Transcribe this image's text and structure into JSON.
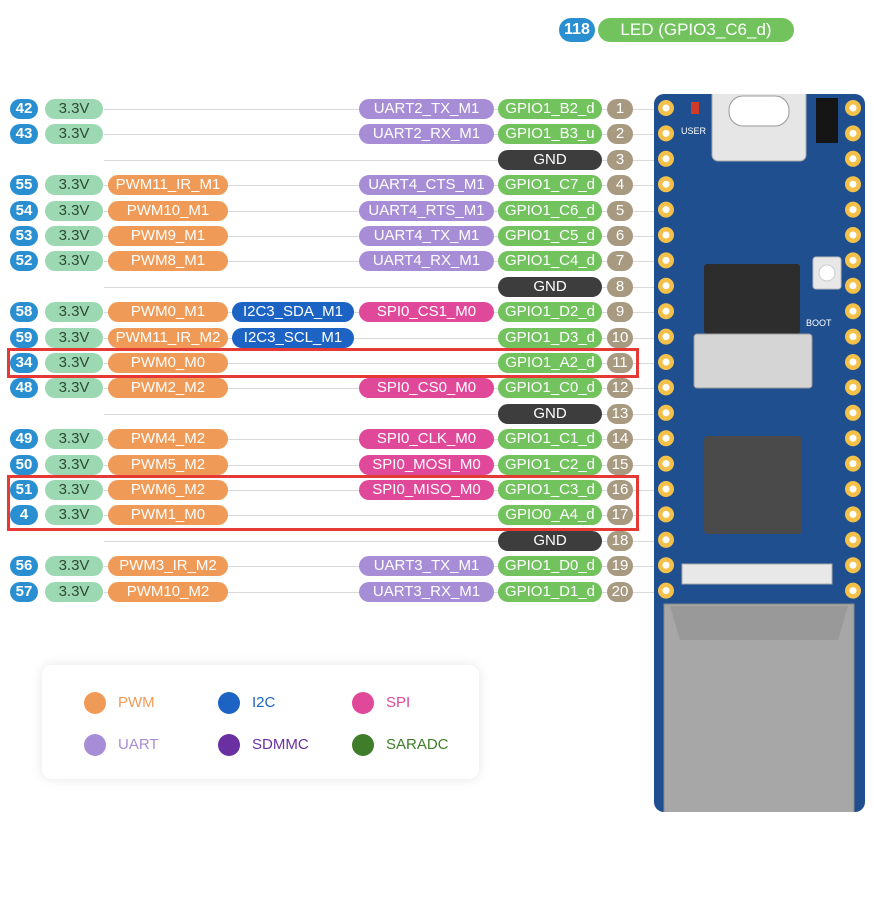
{
  "led": {
    "gpio_num": "118",
    "label": "LED (GPIO3_C6_d)"
  },
  "board": {
    "user_label": "USER",
    "boot_label": "BOOT"
  },
  "legend": [
    {
      "label": "PWM",
      "color": "#f09a57"
    },
    {
      "label": "I2C",
      "color": "#1c63c4"
    },
    {
      "label": "SPI",
      "color": "#e0489a"
    },
    {
      "label": "UART",
      "color": "#a78dd6"
    },
    {
      "label": "SDMMC",
      "color": "#6a2fa0"
    },
    {
      "label": "SARADC",
      "color": "#3f7d2a"
    }
  ],
  "highlighted_pins": [
    "11",
    "16",
    "17"
  ],
  "pins": [
    {
      "pin": "1",
      "gpio_num": "42",
      "voltage": "3.3V",
      "pwm": "",
      "i2c": "",
      "mux": "UART2_TX_M1",
      "mux_type": "uart",
      "gpio": "GPIO1_B2_d"
    },
    {
      "pin": "2",
      "gpio_num": "43",
      "voltage": "3.3V",
      "pwm": "",
      "i2c": "",
      "mux": "UART2_RX_M1",
      "mux_type": "uart",
      "gpio": "GPIO1_B3_u"
    },
    {
      "pin": "3",
      "gpio_num": "",
      "voltage": "",
      "pwm": "",
      "i2c": "",
      "mux": "",
      "mux_type": "",
      "gpio": "GND"
    },
    {
      "pin": "4",
      "gpio_num": "55",
      "voltage": "3.3V",
      "pwm": "PWM11_IR_M1",
      "i2c": "",
      "mux": "UART4_CTS_M1",
      "mux_type": "uart",
      "gpio": "GPIO1_C7_d"
    },
    {
      "pin": "5",
      "gpio_num": "54",
      "voltage": "3.3V",
      "pwm": "PWM10_M1",
      "i2c": "",
      "mux": "UART4_RTS_M1",
      "mux_type": "uart",
      "gpio": "GPIO1_C6_d"
    },
    {
      "pin": "6",
      "gpio_num": "53",
      "voltage": "3.3V",
      "pwm": "PWM9_M1",
      "i2c": "",
      "mux": "UART4_TX_M1",
      "mux_type": "uart",
      "gpio": "GPIO1_C5_d"
    },
    {
      "pin": "7",
      "gpio_num": "52",
      "voltage": "3.3V",
      "pwm": "PWM8_M1",
      "i2c": "",
      "mux": "UART4_RX_M1",
      "mux_type": "uart",
      "gpio": "GPIO1_C4_d"
    },
    {
      "pin": "8",
      "gpio_num": "",
      "voltage": "",
      "pwm": "",
      "i2c": "",
      "mux": "",
      "mux_type": "",
      "gpio": "GND"
    },
    {
      "pin": "9",
      "gpio_num": "58",
      "voltage": "3.3V",
      "pwm": "PWM0_M1",
      "i2c": "I2C3_SDA_M1",
      "mux": "SPI0_CS1_M0",
      "mux_type": "spi",
      "gpio": "GPIO1_D2_d"
    },
    {
      "pin": "10",
      "gpio_num": "59",
      "voltage": "3.3V",
      "pwm": "PWM11_IR_M2",
      "i2c": "I2C3_SCL_M1",
      "mux": "",
      "mux_type": "",
      "gpio": "GPIO1_D3_d"
    },
    {
      "pin": "11",
      "gpio_num": "34",
      "voltage": "3.3V",
      "pwm": "PWM0_M0",
      "i2c": "",
      "mux": "",
      "mux_type": "",
      "gpio": "GPIO1_A2_d"
    },
    {
      "pin": "12",
      "gpio_num": "48",
      "voltage": "3.3V",
      "pwm": "PWM2_M2",
      "i2c": "",
      "mux": "SPI0_CS0_M0",
      "mux_type": "spi",
      "gpio": "GPIO1_C0_d"
    },
    {
      "pin": "13",
      "gpio_num": "",
      "voltage": "",
      "pwm": "",
      "i2c": "",
      "mux": "",
      "mux_type": "",
      "gpio": "GND"
    },
    {
      "pin": "14",
      "gpio_num": "49",
      "voltage": "3.3V",
      "pwm": "PWM4_M2",
      "i2c": "",
      "mux": "SPI0_CLK_M0",
      "mux_type": "spi",
      "gpio": "GPIO1_C1_d"
    },
    {
      "pin": "15",
      "gpio_num": "50",
      "voltage": "3.3V",
      "pwm": "PWM5_M2",
      "i2c": "",
      "mux": "SPI0_MOSI_M0",
      "mux_type": "spi",
      "gpio": "GPIO1_C2_d"
    },
    {
      "pin": "16",
      "gpio_num": "51",
      "voltage": "3.3V",
      "pwm": "PWM6_M2",
      "i2c": "",
      "mux": "SPI0_MISO_M0",
      "mux_type": "spi",
      "gpio": "GPIO1_C3_d"
    },
    {
      "pin": "17",
      "gpio_num": "4",
      "voltage": "3.3V",
      "pwm": "PWM1_M0",
      "i2c": "",
      "mux": "",
      "mux_type": "",
      "gpio": "GPIO0_A4_d"
    },
    {
      "pin": "18",
      "gpio_num": "",
      "voltage": "",
      "pwm": "",
      "i2c": "",
      "mux": "",
      "mux_type": "",
      "gpio": "GND"
    },
    {
      "pin": "19",
      "gpio_num": "56",
      "voltage": "3.3V",
      "pwm": "PWM3_IR_M2",
      "i2c": "",
      "mux": "UART3_TX_M1",
      "mux_type": "uart",
      "gpio": "GPIO1_D0_d"
    },
    {
      "pin": "20",
      "gpio_num": "57",
      "voltage": "3.3V",
      "pwm": "PWM10_M2",
      "i2c": "",
      "mux": "UART3_RX_M1",
      "mux_type": "uart",
      "gpio": "GPIO1_D1_d"
    }
  ]
}
